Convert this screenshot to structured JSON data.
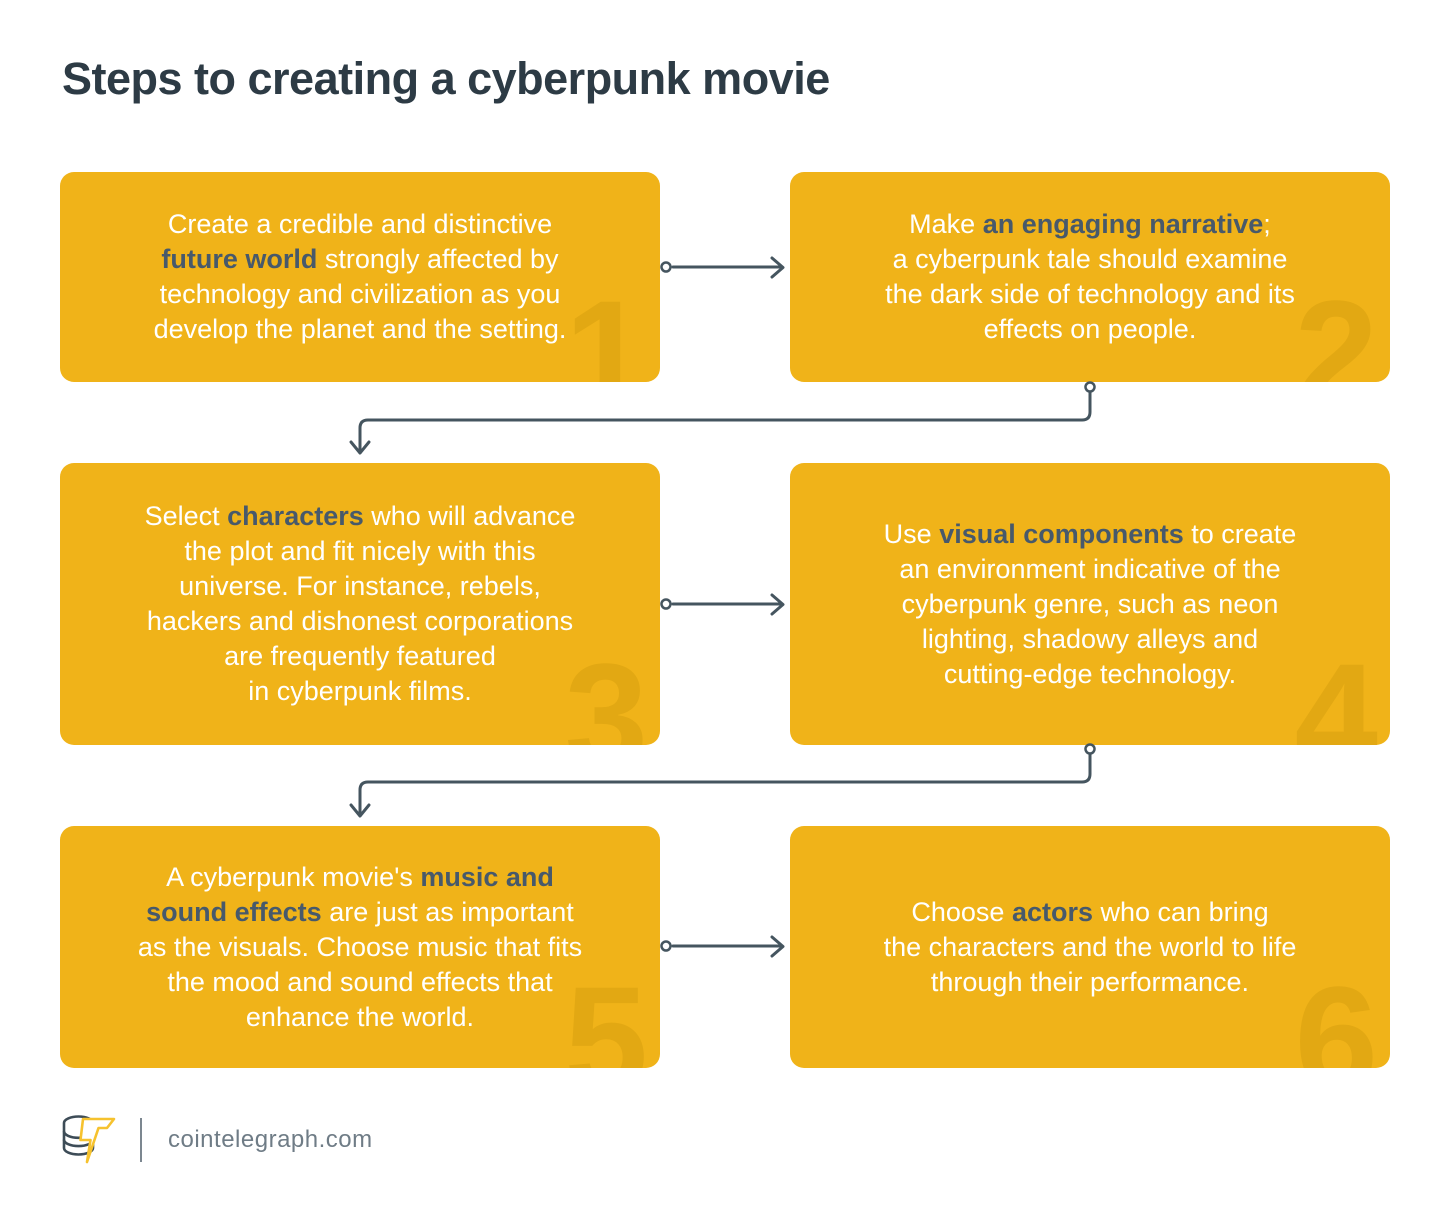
{
  "title": "Steps to creating a cyberpunk movie",
  "steps": [
    {
      "number": "1",
      "segments": [
        {
          "t": "Create a credible and distinctive\n",
          "b": false
        },
        {
          "t": "future world",
          "b": true
        },
        {
          "t": " strongly affected by\ntechnology and civilization as you\ndevelop the planet and the setting.",
          "b": false
        }
      ]
    },
    {
      "number": "2",
      "segments": [
        {
          "t": "Make ",
          "b": false
        },
        {
          "t": "an engaging narrative",
          "b": true
        },
        {
          "t": ";\na cyberpunk tale should examine\nthe dark side of technology and its\neffects on people.",
          "b": false
        }
      ]
    },
    {
      "number": "3",
      "segments": [
        {
          "t": "Select ",
          "b": false
        },
        {
          "t": "characters",
          "b": true
        },
        {
          "t": " who will advance\nthe plot and fit nicely with this\nuniverse. For instance, rebels,\nhackers and dishonest corporations\nare frequently featured\nin cyberpunk films.",
          "b": false
        }
      ]
    },
    {
      "number": "4",
      "segments": [
        {
          "t": "Use ",
          "b": false
        },
        {
          "t": "visual components",
          "b": true
        },
        {
          "t": " to create\nan environment indicative of the\ncyberpunk genre, such as neon\nlighting, shadowy alleys and\ncutting-edge technology.",
          "b": false
        }
      ]
    },
    {
      "number": "5",
      "segments": [
        {
          "t": "A cyberpunk movie's ",
          "b": false
        },
        {
          "t": "music and\nsound effects",
          "b": true
        },
        {
          "t": " are just as important\nas the visuals. Choose music that fits\nthe mood and sound effects that\nenhance the world.",
          "b": false
        }
      ]
    },
    {
      "number": "6",
      "segments": [
        {
          "t": "Choose ",
          "b": false
        },
        {
          "t": "actors",
          "b": true
        },
        {
          "t": " who can bring\nthe characters and the world to life\nthrough their performance.",
          "b": false
        }
      ]
    }
  ],
  "footer": {
    "site": "cointelegraph.com",
    "logo": "cointelegraph-coin-bolt-logo"
  },
  "colors": {
    "card_background": "#F0B319",
    "card_number_watermark": "#E2A813",
    "bold_text": "#47596B",
    "body_text": "#FFFFFF",
    "title_text": "#2D3B45",
    "connector": "#45555F",
    "footer_text": "#6F7C86",
    "logo_yellow": "#F6C22E",
    "logo_dark": "#3D4C57"
  }
}
